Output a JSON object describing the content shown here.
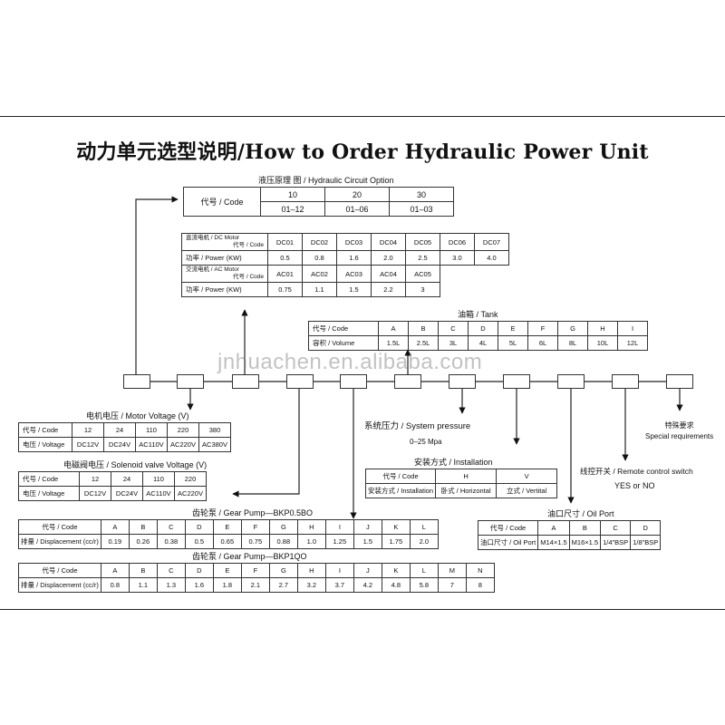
{
  "title": "动力单元选型说明/How to Order Hydraulic Power Unit",
  "watermark": "jnhuachen.en.alibaba.com",
  "circuit": {
    "caption": "液压原理 图 / Hydraulic Circuit Option",
    "row_label": "代号 / Code",
    "codes": [
      "10",
      "20",
      "30"
    ],
    "ranges": [
      "01–12",
      "01–06",
      "01–03"
    ]
  },
  "motor": {
    "dc_label": "直流电机 / DC Motor",
    "code_label": "代号 / Code",
    "dc_codes": [
      "DC01",
      "DC02",
      "DC03",
      "DC04",
      "DC05",
      "DC06",
      "DC07"
    ],
    "power_label": "功率 / Power (KW)",
    "dc_powers": [
      "0.5",
      "0.8",
      "1.6",
      "2.0",
      "2.5",
      "3.0",
      "4.0"
    ],
    "ac_label": "交流电机 / AC Motor",
    "ac_codes": [
      "AC01",
      "AC02",
      "AC03",
      "AC04",
      "AC05"
    ],
    "ac_powers": [
      "0.75",
      "1.1",
      "1.5",
      "2.2",
      "3"
    ]
  },
  "tank": {
    "caption": "油箱 / Tank",
    "code_label": "代号 / Code",
    "codes": [
      "A",
      "B",
      "C",
      "D",
      "E",
      "F",
      "G",
      "H",
      "I"
    ],
    "volume_label": "容积 / Volume",
    "volumes": [
      "1.5L",
      "2.5L",
      "3L",
      "4L",
      "5L",
      "6L",
      "8L",
      "10L",
      "12L"
    ]
  },
  "motor_voltage": {
    "caption": "电机电压 / Motor Voltage (V)",
    "code_label": "代号 / Code",
    "codes": [
      "12",
      "24",
      "110",
      "220",
      "380"
    ],
    "voltage_label": "电压 / Voltage",
    "voltages": [
      "DC12V",
      "DC24V",
      "AC110V",
      "AC220V",
      "AC380V"
    ]
  },
  "solenoid": {
    "caption": "电磁阀电压 / Solenoid valve Voltage (V)",
    "code_label": "代号 / Code",
    "codes": [
      "12",
      "24",
      "110",
      "220"
    ],
    "voltage_label": "电压 / Voltage",
    "voltages": [
      "DC12V",
      "DC24V",
      "AC110V",
      "AC220V"
    ]
  },
  "system_pressure": {
    "label": "系统压力 / System pressure",
    "range": "0–25 Mpa"
  },
  "installation": {
    "caption": "安装方式 / Installation",
    "code_label": "代号 / Code",
    "codes": [
      "H",
      "V"
    ],
    "type_label": "安装方式 / Installation",
    "types": [
      "卧式 / Horizontal",
      "立式 / Vertital"
    ]
  },
  "special": {
    "line1": "特殊要求",
    "line2": "Special requirements"
  },
  "remote": {
    "label": "线控开关 / Remote control switch",
    "value": "YES or NO"
  },
  "oil_port": {
    "caption": "油口尺寸 / Oil Port",
    "code_label": "代号 / Code",
    "codes": [
      "A",
      "B",
      "C",
      "D"
    ],
    "port_label": "油口尺寸 / Oil Port",
    "ports": [
      "M14×1.5",
      "M16×1.5",
      "1/4\"BSP",
      "1/8\"BSP"
    ]
  },
  "pump1": {
    "caption": "齿轮泵 / Gear Pump—BKP0.5BO",
    "code_label": "代号 / Code",
    "codes": [
      "A",
      "B",
      "C",
      "D",
      "E",
      "F",
      "G",
      "H",
      "I",
      "J",
      "K",
      "L"
    ],
    "disp_label": "排量 / Displacement (cc/r)",
    "values": [
      "0.19",
      "0.26",
      "0.38",
      "0.5",
      "0.65",
      "0.75",
      "0.88",
      "1.0",
      "1.25",
      "1.5",
      "1.75",
      "2.0"
    ]
  },
  "pump2": {
    "caption": "齿轮泵 / Gear Pump—BKP1QO",
    "code_label": "代号 / Code",
    "codes": [
      "A",
      "B",
      "C",
      "D",
      "E",
      "F",
      "G",
      "H",
      "I",
      "J",
      "K",
      "L",
      "M",
      "N"
    ],
    "disp_label": "排量 / Displacement (cc/r)",
    "values": [
      "0.8",
      "1.1",
      "1.3",
      "1.6",
      "1.8",
      "2.1",
      "2.7",
      "3.2",
      "3.7",
      "4.2",
      "4.8",
      "5.8",
      "7",
      "8"
    ]
  }
}
